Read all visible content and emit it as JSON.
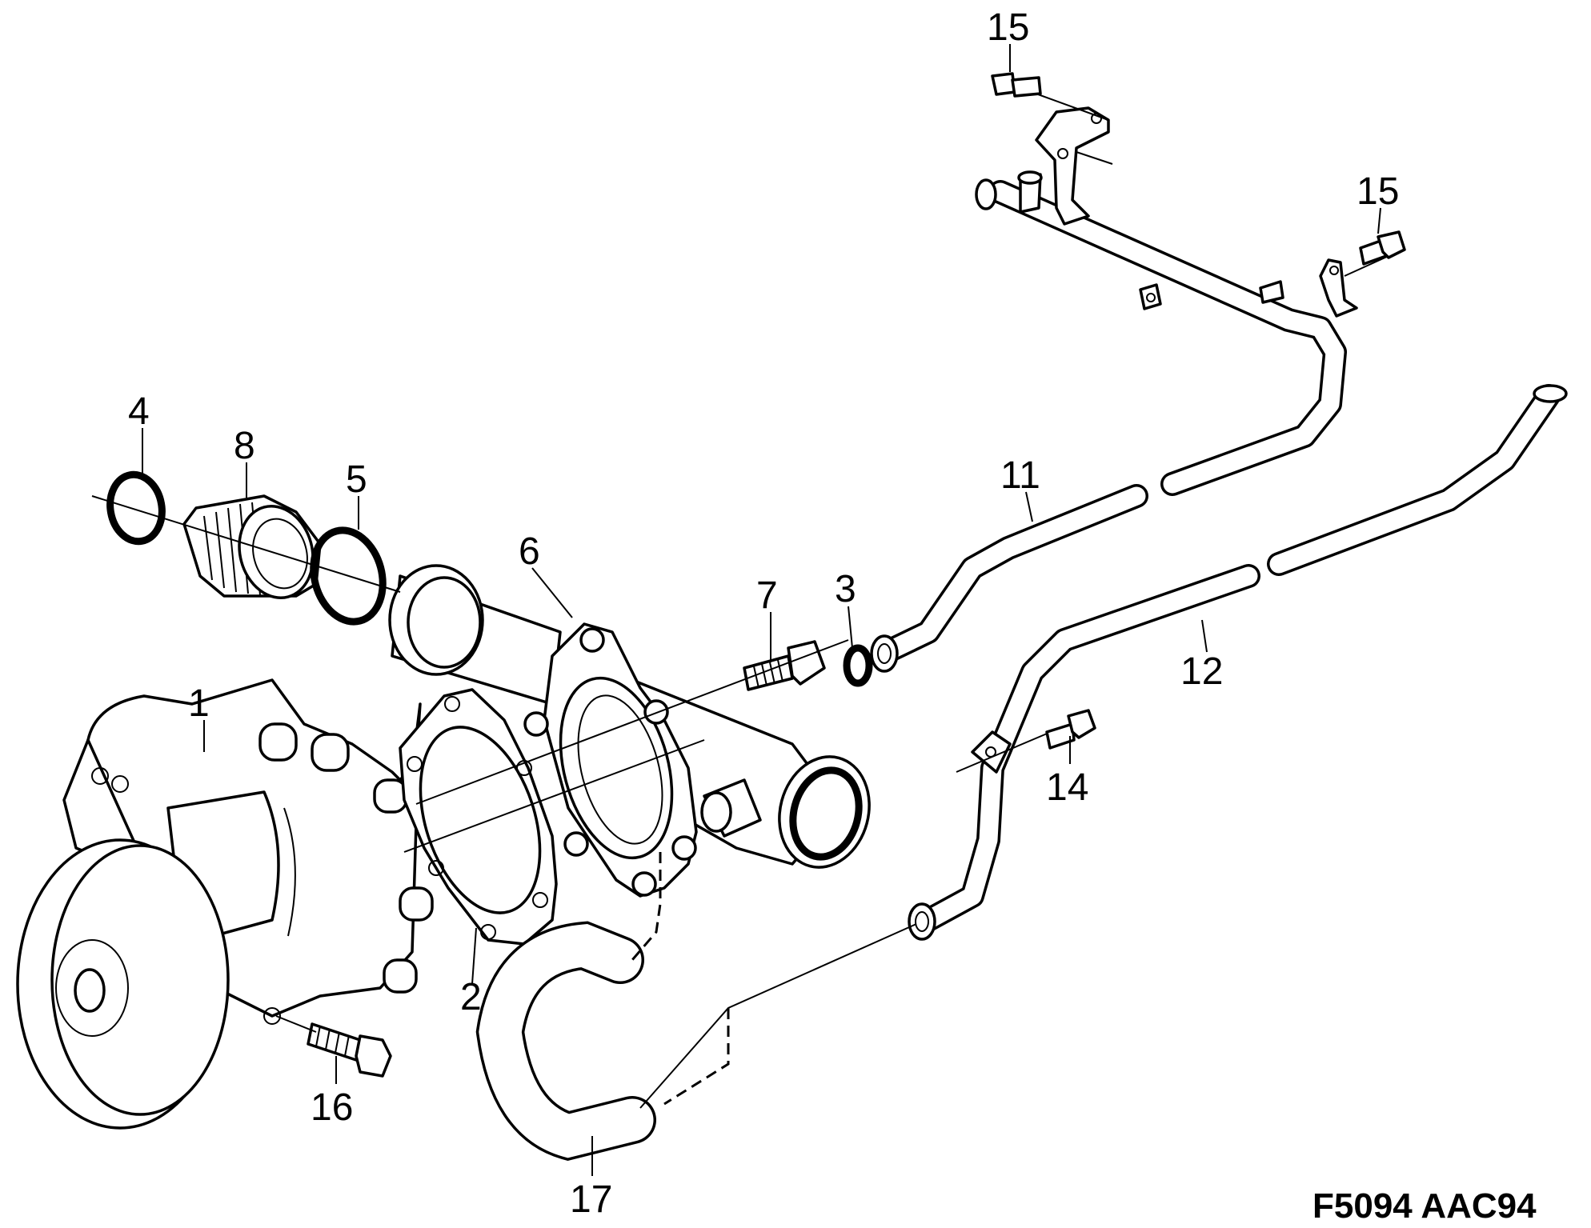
{
  "diagram": {
    "reference_code": "F5094 AAC94",
    "callouts": [
      {
        "id": "c1",
        "label": "1"
      },
      {
        "id": "c2",
        "label": "2"
      },
      {
        "id": "c3",
        "label": "3"
      },
      {
        "id": "c4",
        "label": "4"
      },
      {
        "id": "c5",
        "label": "5"
      },
      {
        "id": "c6",
        "label": "6"
      },
      {
        "id": "c7",
        "label": "7"
      },
      {
        "id": "c8",
        "label": "8"
      },
      {
        "id": "c11",
        "label": "11"
      },
      {
        "id": "c12",
        "label": "12"
      },
      {
        "id": "c14",
        "label": "14"
      },
      {
        "id": "c15a",
        "label": "15"
      },
      {
        "id": "c15b",
        "label": "15"
      },
      {
        "id": "c16",
        "label": "16"
      },
      {
        "id": "c17",
        "label": "17"
      }
    ]
  }
}
